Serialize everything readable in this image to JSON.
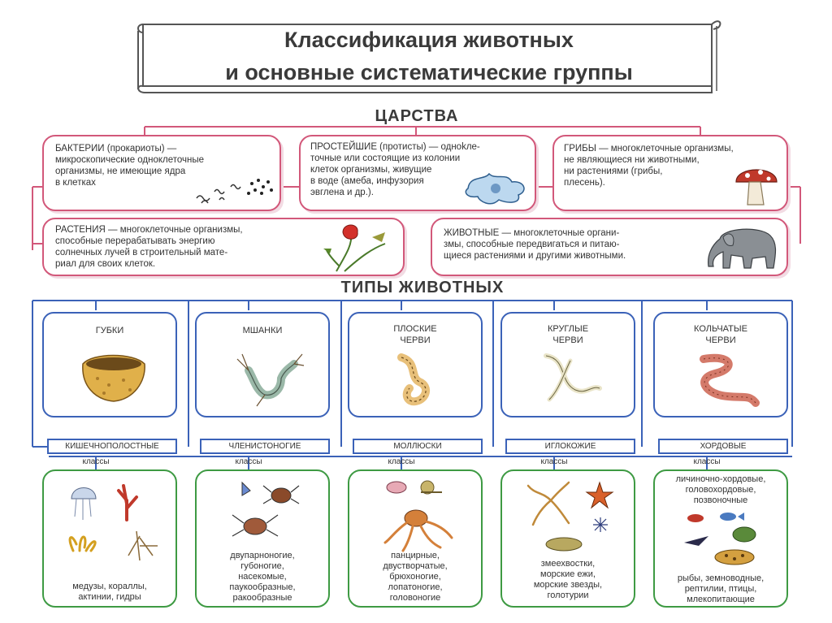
{
  "title": {
    "line1": "Классификация животных",
    "line2": "и основные систематические группы"
  },
  "colors": {
    "kingdom_border": "#d2587a",
    "type_border": "#3b62b8",
    "class_border": "#3e9a43"
  },
  "kingdoms_heading": "ЦАРСТВА",
  "kingdoms": {
    "bacteria": {
      "name": "БАКТЕРИИ",
      "text": [
        "БАКТЕРИИ (прокариоты) —",
        "микроскопические одноклеточные",
        "организмы, не имеющие ядра",
        "в клетках"
      ]
    },
    "protists": {
      "name": "ПРОСТЕЙШИЕ",
      "text": [
        "ПРОСТЕЙШИЕ (протисты) — одноkле-",
        "точные или состоящие из колонии",
        "клеток организмы, живущие",
        "в воде (амеба, инфузория",
        "эвглена и др.)."
      ]
    },
    "fungi": {
      "name": "ГРИБЫ",
      "text": [
        "ГРИБЫ — многоклеточные организмы,",
        "не являющиеся ни животными,",
        "ни растениями (грибы,",
        "плесень)."
      ]
    },
    "plants": {
      "name": "РАСТЕНИЯ",
      "text": [
        "РАСТЕНИЯ — многоклеточные организмы,",
        "способные    перерабатывать   энергию",
        "солнечных лучей в строительный мате-",
        "риал для своих клеток."
      ]
    },
    "animals": {
      "name": "ЖИВОТНЫЕ",
      "text": [
        "ЖИВОТНЫЕ  —  многоклеточные  органи-",
        "змы, способные передвигаться и питаю-",
        "щиеся растениями и другими животными."
      ]
    }
  },
  "types_heading": "ТИПЫ ЖИВОТНЫХ",
  "types": [
    {
      "label": [
        "ГУБКИ"
      ],
      "phylum": "КИШЕЧНОПОЛОСТНЫЕ",
      "classes_label": "классы",
      "classes": [
        "медузы, кораллы,",
        "актинии, гидры"
      ]
    },
    {
      "label": [
        "МШАНКИ"
      ],
      "phylum": "ЧЛЕНИСТОНОГИЕ",
      "classes_label": "классы",
      "classes": [
        "двупарноногие,",
        "губоногие,",
        "насекомые,",
        "паукообразные,",
        "ракообразные"
      ]
    },
    {
      "label": [
        "ПЛОСКИЕ",
        "ЧЕРВИ"
      ],
      "phylum": "МОЛЛЮСКИ",
      "classes_label": "классы",
      "classes": [
        "панцирные,",
        "двустворчатые,",
        "брюхоногие,",
        "лопатоногие,",
        "головоногие"
      ]
    },
    {
      "label": [
        "КРУГЛЫЕ",
        "ЧЕРВИ"
      ],
      "phylum": "ИГЛОКОЖИЕ",
      "classes_label": "классы",
      "classes": [
        "змеехвостки,",
        "морские ежи,",
        "морские звезды,",
        "голотурии"
      ]
    },
    {
      "label": [
        "КОЛЬЧАТЫЕ",
        "ЧЕРВИ"
      ],
      "phylum": "ХОРДОВЫЕ",
      "classes_label": "классы",
      "classes_top": [
        "личиночно-хордовые,",
        "головохордовые,",
        "позвоночные"
      ],
      "classes": [
        "рыбы, земноводные,",
        "рептилии, птицы,",
        "млекопитающие"
      ]
    }
  ]
}
